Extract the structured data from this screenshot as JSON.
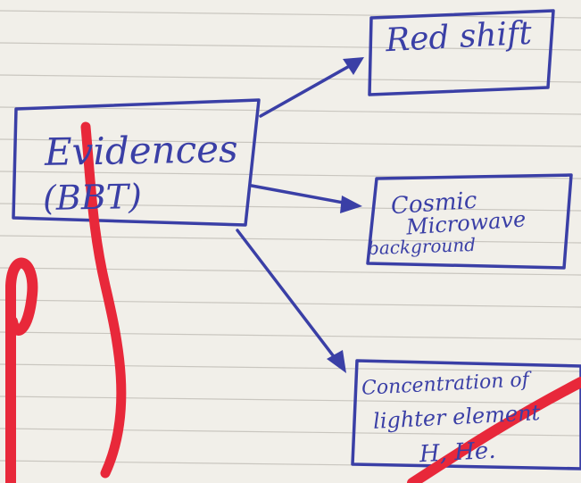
{
  "diagram": {
    "main_node": {
      "line1": "Evidences",
      "line2": "(BBT)"
    },
    "branches": [
      {
        "label": "Red shift"
      },
      {
        "label_lines": [
          "Cosmic",
          "Microwave",
          "background"
        ]
      },
      {
        "label_lines": [
          "Concentration of",
          "lighter element",
          "H, He."
        ]
      }
    ]
  },
  "colors": {
    "ink": "#3a3fa6",
    "annotation_red": "#e8283a",
    "paper": "#f1efe9",
    "rule_line": "#c9c6bf"
  }
}
